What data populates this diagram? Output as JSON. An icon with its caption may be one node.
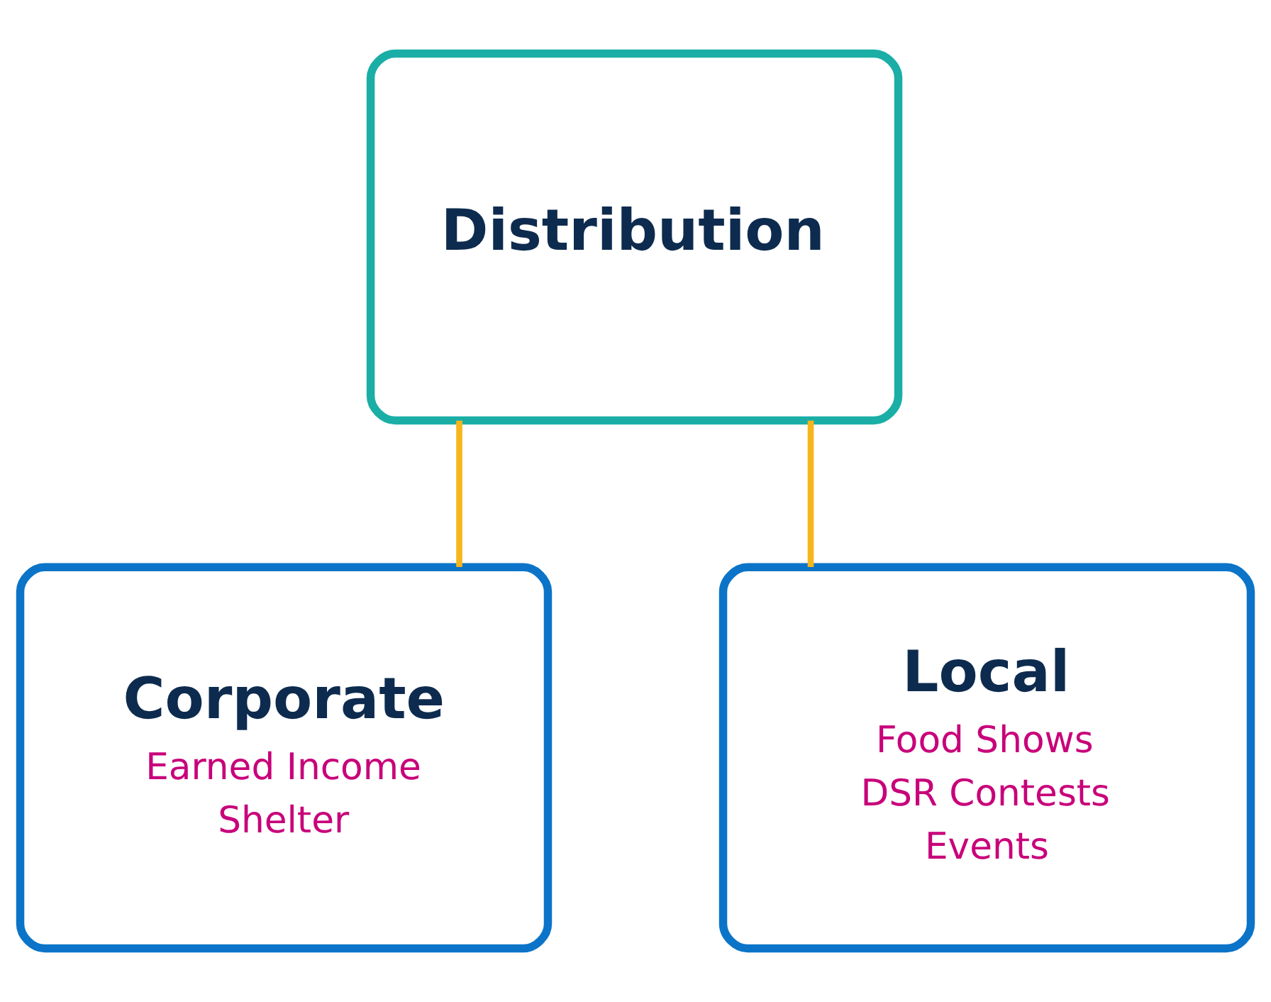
{
  "diagram": {
    "nodes": [
      {
        "text": [
          "Distribution"
        ]
      },
      {
        "text": [
          "Corporate",
          "Earned Income",
          "Shelter"
        ]
      },
      {
        "text": [
          "Local",
          "Food Shows",
          "DSR Contests",
          "Events"
        ]
      }
    ],
    "edges": [
      {
        "from": 0,
        "to": 1,
        "arrow": "none",
        "color": "#f7b51c"
      },
      {
        "from": 0,
        "to": 2,
        "arrow": "none",
        "color": "#f7b51c"
      }
    ]
  }
}
